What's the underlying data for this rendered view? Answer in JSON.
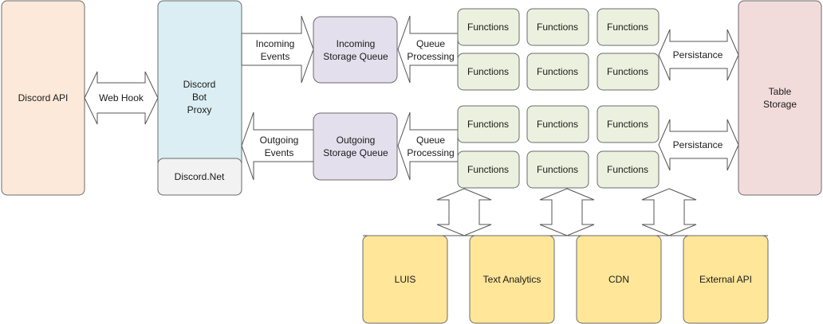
{
  "colors": {
    "discord_api": "#fde9d9",
    "proxy": "#daeef3",
    "discord_net": "#f2f2f2",
    "queue": "#e4dfec",
    "functions": "#ebf1de",
    "table_storage": "#f2dcdb",
    "services": "#ffe699"
  },
  "discord_api": {
    "label": "Discord API"
  },
  "proxy": {
    "line1": "Discord",
    "line2": "Bot",
    "line3": "Proxy",
    "library": "Discord.Net"
  },
  "arrows": {
    "webhook": "Web Hook",
    "incoming_events": {
      "line1": "Incoming",
      "line2": "Events"
    },
    "outgoing_events": {
      "line1": "Outgoing",
      "line2": "Events"
    },
    "queue_processing_top": {
      "line1": "Queue",
      "line2": "Processing"
    },
    "queue_processing_bottom": {
      "line1": "Queue",
      "line2": "Processing"
    },
    "persistance_top": "Persistance",
    "persistance_bottom": "Persistance"
  },
  "incoming_queue": {
    "line1": "Incoming",
    "line2": "Storage Queue"
  },
  "outgoing_queue": {
    "line1": "Outgoing",
    "line2": "Storage Queue"
  },
  "functions": {
    "top_group": [
      [
        "Functions",
        "Functions",
        "Functions"
      ],
      [
        "Functions",
        "Functions",
        "Functions"
      ]
    ],
    "bottom_group": [
      [
        "Functions",
        "Functions",
        "Functions"
      ],
      [
        "Functions",
        "Functions",
        "Functions"
      ]
    ]
  },
  "table_storage": {
    "line1": "Table",
    "line2": "Storage"
  },
  "services": [
    "LUIS",
    "Text Analytics",
    "CDN",
    "External API"
  ]
}
